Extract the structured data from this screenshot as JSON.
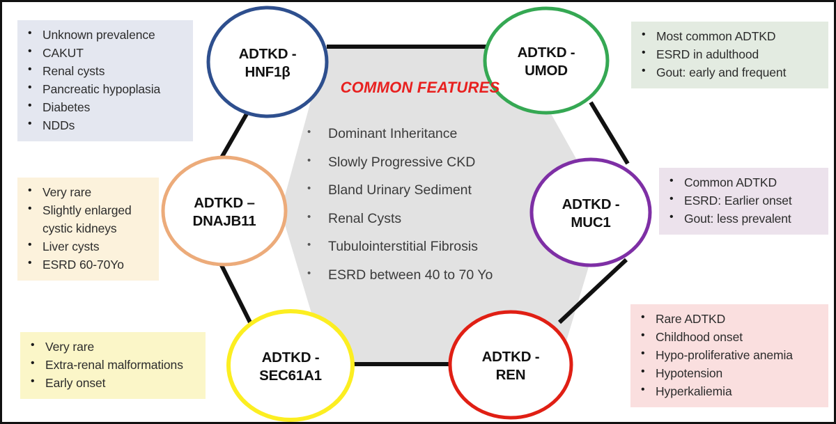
{
  "figure": {
    "title": "ADTKD subtypes and common features",
    "center_panel": {
      "heading": "COMMON FEATURES",
      "heading_color": "#e8201f",
      "background_color": "#e2e2e2",
      "features": [
        "Dominant Inheritance",
        "Slowly Progressive CKD",
        "Bland Urinary Sediment",
        "Renal Cysts",
        "Tubulointerstitial Fibrosis",
        "ESRD between 40 to 70 Yo"
      ]
    },
    "nodes": [
      {
        "id": "hnf1b",
        "line1": "ADTKD -",
        "line2": "HNF1β",
        "stroke_color": "#2e4f8e",
        "fill_color": "#ffffff"
      },
      {
        "id": "umod",
        "line1": "ADTKD -",
        "line2": "UMOD",
        "stroke_color": "#35a853",
        "fill_color": "#ffffff"
      },
      {
        "id": "muc1",
        "line1": "ADTKD -",
        "line2": "MUC1",
        "stroke_color": "#7e2fa5",
        "fill_color": "#ffffff"
      },
      {
        "id": "ren",
        "line1": "ADTKD -",
        "line2": "REN",
        "stroke_color": "#e01f14",
        "fill_color": "#ffffff"
      },
      {
        "id": "sec61a1",
        "line1": "ADTKD -",
        "line2": "SEC61A1",
        "stroke_color": "#fcee21",
        "fill_color": "#ffffff"
      },
      {
        "id": "dnajb11",
        "line1": "ADTKD –",
        "line2": "DNAJB11",
        "stroke_color": "#ecab7a",
        "fill_color": "#ffffff"
      }
    ],
    "annotations": [
      {
        "id": "hnf1b",
        "background_color": "#e4e7f0",
        "items": [
          {
            "text": "Unknown prevalence",
            "continuation": false
          },
          {
            "text": "CAKUT",
            "continuation": false
          },
          {
            "text": "Renal cysts",
            "continuation": false
          },
          {
            "text": "Pancreatic hypoplasia",
            "continuation": false
          },
          {
            "text": "Diabetes",
            "continuation": false
          },
          {
            "text": "NDDs",
            "continuation": false
          }
        ]
      },
      {
        "id": "umod",
        "background_color": "#e3ebe1",
        "items": [
          {
            "text": "Most common ADTKD",
            "continuation": false
          },
          {
            "text": "ESRD in adulthood",
            "continuation": false
          },
          {
            "text": "Gout: early and frequent",
            "continuation": false
          }
        ]
      },
      {
        "id": "dnajb11",
        "background_color": "#fcf2dc",
        "items": [
          {
            "text": "Very rare",
            "continuation": false
          },
          {
            "text": "Slightly enlarged",
            "continuation": false
          },
          {
            "text": "cystic kidneys",
            "continuation": true
          },
          {
            "text": "Liver cysts",
            "continuation": false
          },
          {
            "text": "ESRD 60-70Yo",
            "continuation": false
          }
        ]
      },
      {
        "id": "muc1",
        "background_color": "#ece2ec",
        "items": [
          {
            "text": "Common ADTKD",
            "continuation": false
          },
          {
            "text": "ESRD: Earlier onset",
            "continuation": false
          },
          {
            "text": "Gout: less prevalent",
            "continuation": false
          }
        ]
      },
      {
        "id": "sec61a1",
        "background_color": "#fbf6c8",
        "items": [
          {
            "text": "Very rare",
            "continuation": false
          },
          {
            "text": "Extra-renal malformations",
            "continuation": false
          },
          {
            "text": "Early onset",
            "continuation": false
          }
        ]
      },
      {
        "id": "ren",
        "background_color": "#fadfdf",
        "items": [
          {
            "text": "Rare ADTKD",
            "continuation": false
          },
          {
            "text": "Childhood onset",
            "continuation": false
          },
          {
            "text": "Hypo-proliferative anemia",
            "continuation": false
          },
          {
            "text": "Hypotension",
            "continuation": false
          },
          {
            "text": "Hyperkaliemia",
            "continuation": false
          }
        ]
      }
    ]
  }
}
